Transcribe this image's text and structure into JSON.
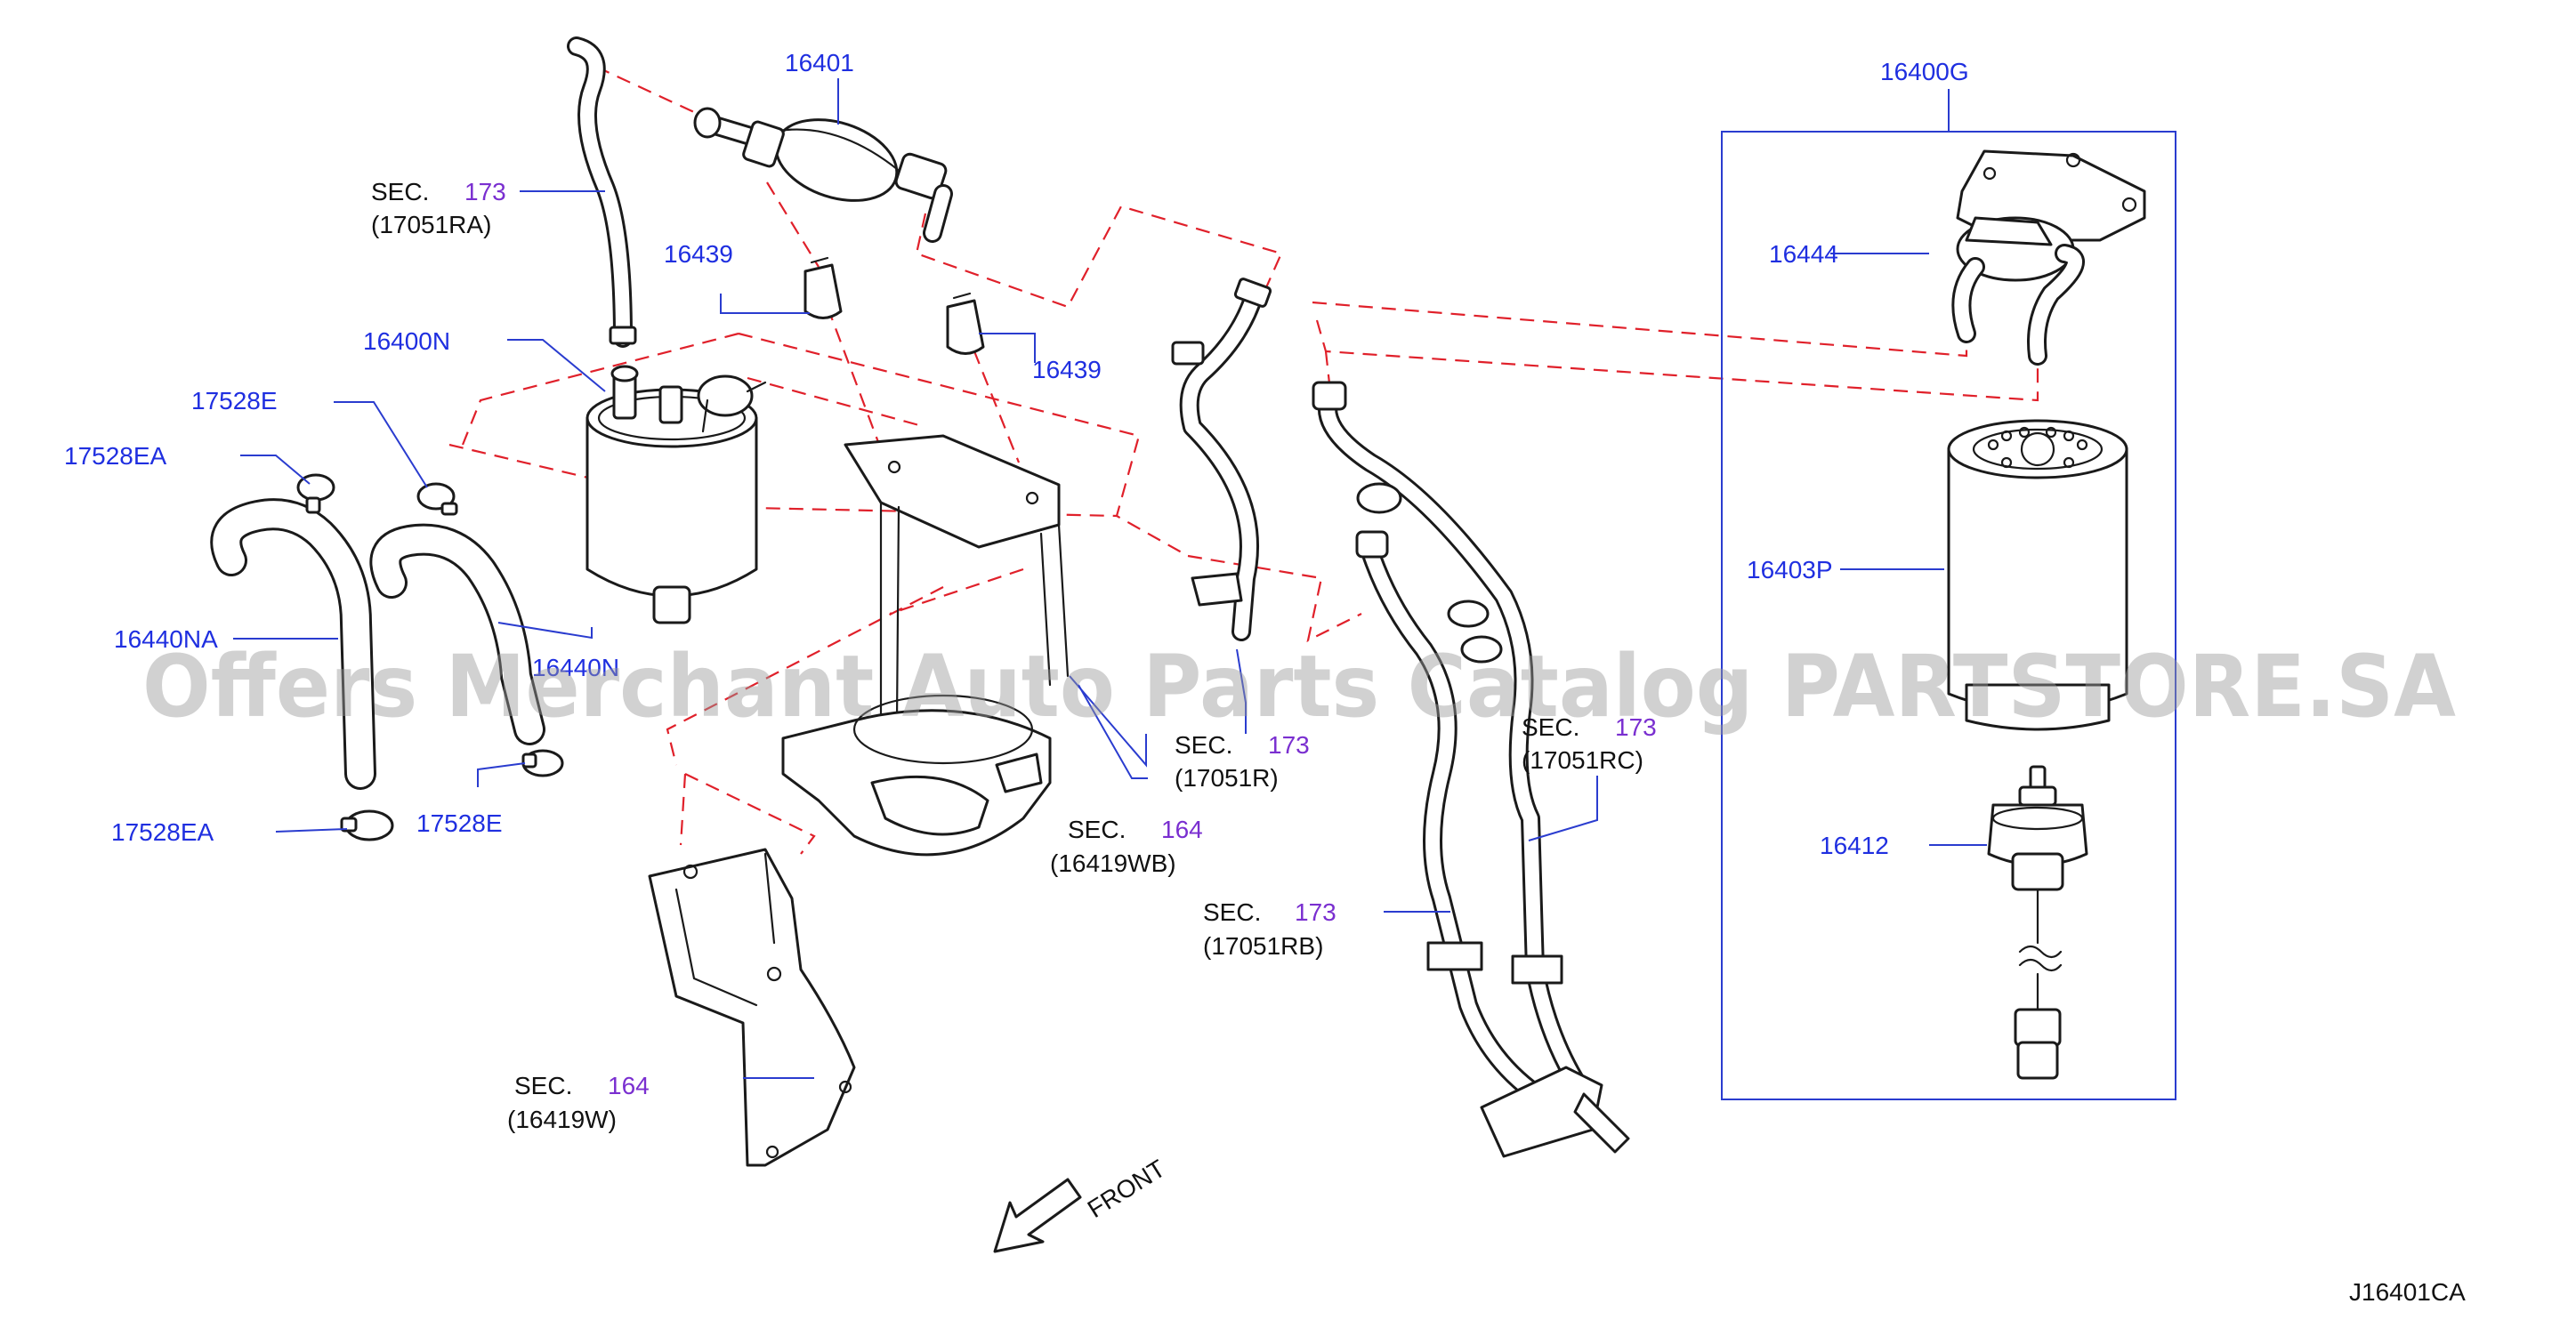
{
  "diagram_code": "J16401CA",
  "watermark": "Offers Merchant Auto Parts Catalog PARTSTORE.SA",
  "front_label": "FRONT",
  "colors": {
    "part_number": "#1f2fe0",
    "section_number": "#7a2fd0",
    "dashed_line": "#e0202a",
    "leader": "#2a3ccf"
  },
  "parts": {
    "p16401": "16401",
    "p16400g": "16400G",
    "p16444": "16444",
    "p16439a": "16439",
    "p16439b": "16439",
    "p16400n": "16400N",
    "p17528e_a": "17528E",
    "p17528ea_a": "17528EA",
    "p16440na": "16440NA",
    "p16440n": "16440N",
    "p17528e_b": "17528E",
    "p17528ea_b": "17528EA",
    "p16403p": "16403P",
    "p16412": "16412"
  },
  "sections": {
    "s1": {
      "prefix": "SEC.",
      "number": "173",
      "code": "(17051RA)"
    },
    "s2": {
      "prefix": "SEC.",
      "number": "173",
      "code": "(17051R)"
    },
    "s3": {
      "prefix": "SEC.",
      "number": "173",
      "code": "(17051RC)"
    },
    "s4": {
      "prefix": "SEC.",
      "number": "164",
      "code": "(16419WB)"
    },
    "s5": {
      "prefix": "SEC.",
      "number": "173",
      "code": "(17051RB)"
    },
    "s6": {
      "prefix": "SEC.",
      "number": "164",
      "code": "(16419W)"
    }
  }
}
